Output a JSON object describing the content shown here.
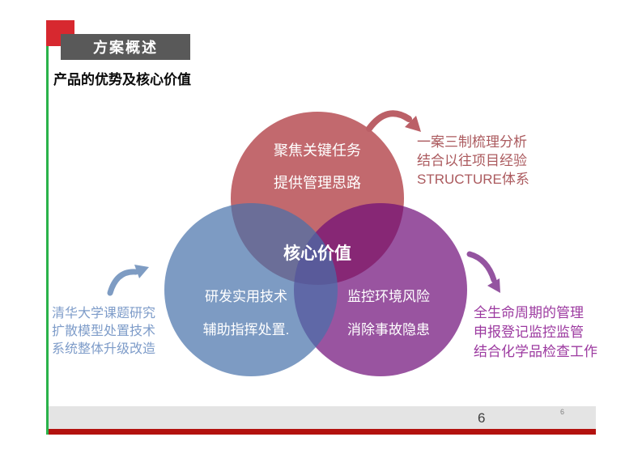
{
  "header": {
    "badge": "方案概述",
    "subtitle": "产品的优势及核心价值"
  },
  "venn": {
    "center_label": "核心价值",
    "top_circle": {
      "color": "#c2696f",
      "lines": [
        "聚焦关键任务",
        "提供管理思路"
      ]
    },
    "left_circle": {
      "color": "#7e9cc3",
      "lines": [
        "研发实用技术",
        "辅助指挥处置."
      ]
    },
    "right_circle": {
      "color": "#9a55a1",
      "lines": [
        "监控环境风险",
        "消除事故隐患"
      ]
    }
  },
  "annotations": {
    "top_right": {
      "color": "#ab5a5e",
      "lines": [
        "一案三制梳理分析",
        "结合以往项目经验",
        "STRUCTURE体系"
      ]
    },
    "left": {
      "color": "#7e9cc9",
      "lines": [
        "清华大学课题研究",
        "扩散模型处置技术",
        "系统整体升级改造"
      ]
    },
    "right": {
      "color": "#9c3aa0",
      "lines": [
        "全生命周期的管理",
        "申报登记监控监管",
        "结合化学品检查工作"
      ]
    }
  },
  "footer": {
    "page_number": "6",
    "page_number_small": "6"
  },
  "accents": {
    "red_square": "#d7282f",
    "green_line": "#2ab24a",
    "header_box": "#595959",
    "footer_strip": "#e4e4e4",
    "footer_bar": "#b3120f",
    "arrow_rose": "#bb6067",
    "arrow_blue": "#7e9cc3",
    "arrow_purple": "#9454a0"
  }
}
